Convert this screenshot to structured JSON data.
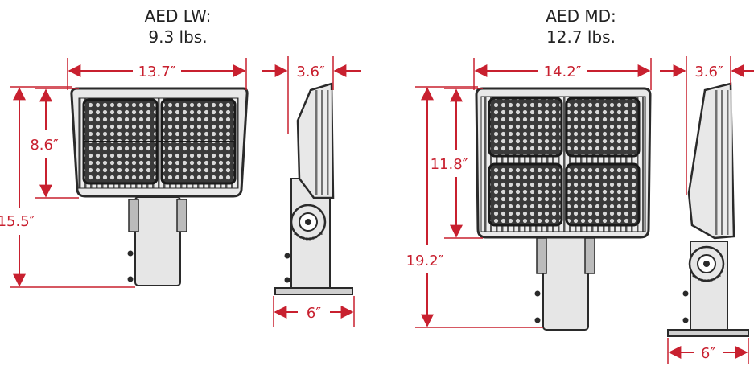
{
  "colors": {
    "dimension": "#c8202f",
    "outline": "#2a2a2a",
    "fixture_fill": "#d9d9d9",
    "lens_fill": "#3a3a3a",
    "text": "#222222"
  },
  "models": [
    {
      "name": "AED LW:",
      "weight": "9.3 lbs.",
      "front_width": "13.7″",
      "housing_height": "8.6″",
      "overall_height": "15.5″",
      "side_depth": "3.6″",
      "base_width": "6″"
    },
    {
      "name": "AED MD:",
      "weight": "12.7 lbs.",
      "front_width": "14.2″",
      "housing_height": "11.8″",
      "overall_height": "19.2″",
      "side_depth": "3.6″",
      "base_width": "6″"
    }
  ]
}
